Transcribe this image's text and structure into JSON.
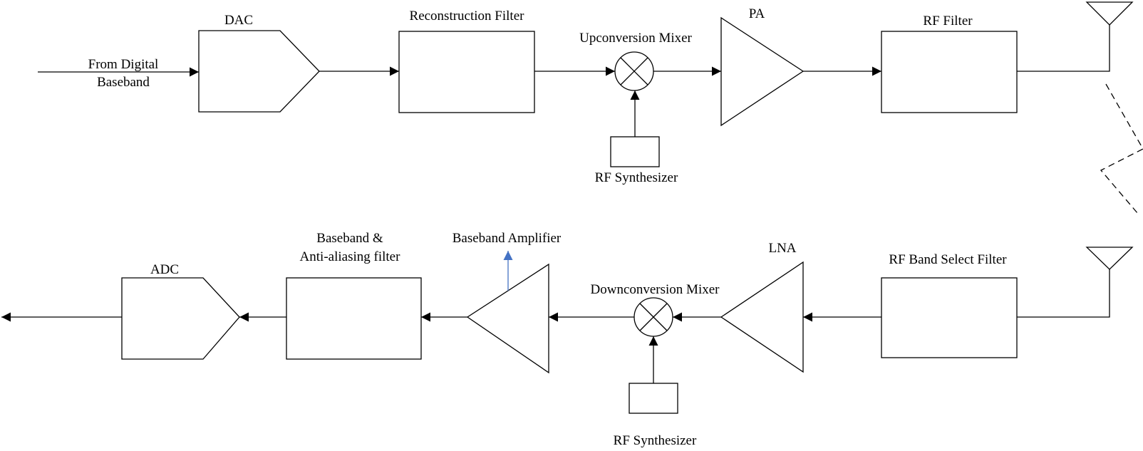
{
  "tx": {
    "input_label_line1": "From Digital",
    "input_label_line2": "Baseband",
    "dac_label": "DAC",
    "reconstruction_filter_label": "Reconstruction Filter",
    "upconversion_mixer_label": "Upconversion Mixer",
    "rf_synthesizer_label": "RF Synthesizer",
    "pa_label": "PA",
    "rf_filter_label": "RF Filter"
  },
  "rx": {
    "rf_band_select_filter_label": "RF Band Select Filter",
    "lna_label": "LNA",
    "downconversion_mixer_label": "Downconversion Mixer",
    "rf_synthesizer_label": "RF Synthesizer",
    "baseband_amplifier_label": "Baseband Amplifier",
    "baseband_filter_label_line1": "Baseband &",
    "baseband_filter_label_line2": "Anti-aliasing filter",
    "adc_label": "ADC"
  },
  "colors": {
    "line": "#000000",
    "background": "#ffffff",
    "gain_control_arrow": "#4472c4"
  }
}
